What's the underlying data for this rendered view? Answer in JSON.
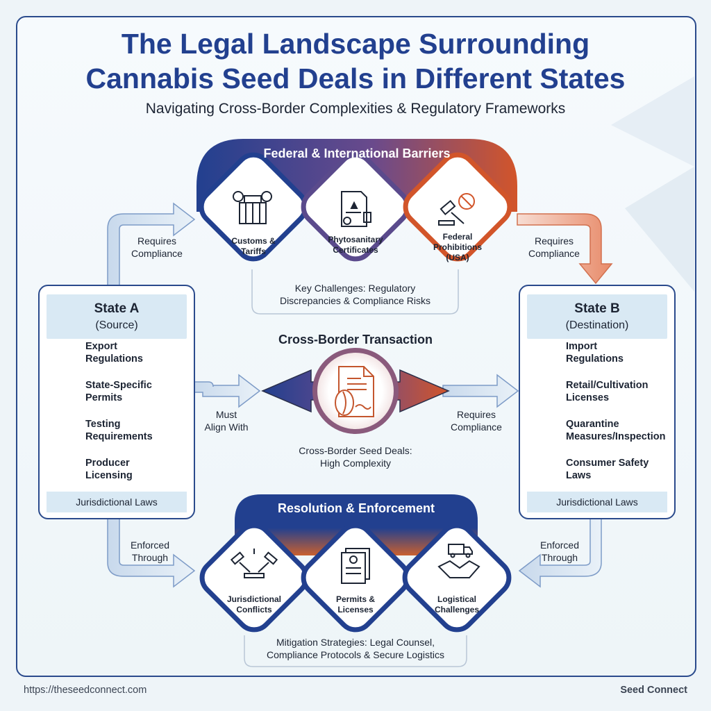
{
  "header": {
    "title_line1": "The Legal Landscape Surrounding",
    "title_line2": "Cannabis Seed Deals in Different States",
    "subtitle": "Navigating Cross-Border Complexities & Regulatory Frameworks"
  },
  "federal": {
    "banner": "Federal & International Barriers",
    "items": [
      {
        "label_line1": "Customs &",
        "label_line2": "Tariffs",
        "icon": "currency-crate-icon"
      },
      {
        "label_line1": "Phytosanitary",
        "label_line2": "Certificates",
        "icon": "certificate-stamp-icon"
      },
      {
        "label_line1": "Federal",
        "label_line2": "Prohibitions",
        "label_line3": "(USA)",
        "icon": "gavel-prohibited-icon"
      }
    ],
    "note_line1": "Key Challenges: Regulatory",
    "note_line2": "Discrepancies & Compliance Risks"
  },
  "state_a": {
    "name": "State A",
    "role": "(Source)",
    "items": [
      {
        "line1": "Export",
        "line2": "Regulations",
        "icon": "globe-hand-icon"
      },
      {
        "line1": "State-Specific",
        "line2": "Permits",
        "icon": "clipboard-pen-icon"
      },
      {
        "line1": "Testing",
        "line2": "Requirements",
        "icon": "checklist-icon"
      },
      {
        "line1": "Producer",
        "line2": "Licensing",
        "icon": "person-badge-icon"
      }
    ],
    "footer": "Jurisdictional Laws"
  },
  "state_b": {
    "name": "State B",
    "role": "(Destination)",
    "items": [
      {
        "line1": "Import",
        "line2": "Regulations",
        "icon": "document-check-icon"
      },
      {
        "line1": "Retail/Cultivation",
        "line2": "Licenses",
        "icon": "clipboard-check-icon"
      },
      {
        "line1": "Quarantine",
        "line2": "Measures/Inspection",
        "icon": "magnifier-icon"
      },
      {
        "line1": "Consumer Safety",
        "line2": "Laws",
        "icon": "shield-check-icon"
      }
    ],
    "footer": "Jurisdictional Laws"
  },
  "center": {
    "title": "Cross-Border Transaction",
    "caption_line1": "Cross-Border Seed Deals:",
    "caption_line2": "High Complexity",
    "icon": "seed-document-icon"
  },
  "connectors": {
    "a_to_federal": {
      "line1": "Requires",
      "line2": "Compliance"
    },
    "federal_to_b": {
      "line1": "Requires",
      "line2": "Compliance"
    },
    "a_to_center": {
      "line1": "Must",
      "line2": "Align With"
    },
    "center_to_b": {
      "line1": "Requires",
      "line2": "Compliance"
    },
    "a_to_resolution": {
      "line1": "Enforced",
      "line2": "Through"
    },
    "b_to_resolution": {
      "line1": "Enforced",
      "line2": "Through"
    }
  },
  "resolution": {
    "banner": "Resolution & Enforcement",
    "items": [
      {
        "label_line1": "Jurisdictional",
        "label_line2": "Conflicts",
        "icon": "crossed-gavels-icon"
      },
      {
        "label_line1": "Permits &",
        "label_line2": "Licenses",
        "icon": "documents-icon"
      },
      {
        "label_line1": "Logistical",
        "label_line2": "Challenges",
        "icon": "truck-handshake-icon"
      }
    ],
    "note_line1": "Mitigation Strategies: Legal Counsel,",
    "note_line2": "Compliance Protocols & Secure Logistics"
  },
  "footer": {
    "url": "https://theseedconnect.com",
    "brand": "Seed Connect"
  },
  "colors": {
    "navy": "#22408f",
    "orange": "#d2552a",
    "light_blue": "#d9e9f4"
  }
}
